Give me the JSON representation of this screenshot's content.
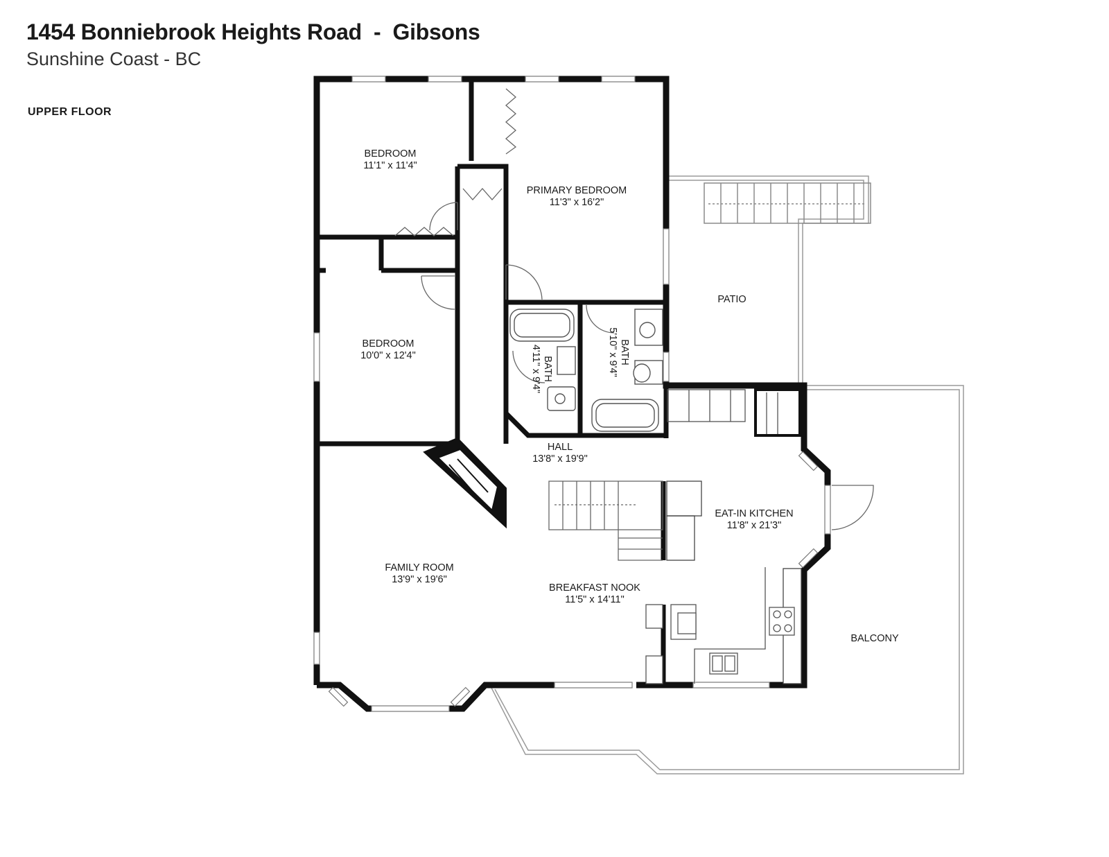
{
  "header": {
    "title": "1454 Bonniebrook Heights Road  -  Gibsons",
    "subtitle": "Sunshine Coast - BC",
    "floor_label": "UPPER FLOOR"
  },
  "rooms": {
    "bedroom1": {
      "name": "BEDROOM",
      "dims": "11'1\" x 11'4\""
    },
    "primary_bedroom": {
      "name": "PRIMARY BEDROOM",
      "dims": "11'3\" x 16'2\""
    },
    "bedroom2": {
      "name": "BEDROOM",
      "dims": "10'0\" x 12'4\""
    },
    "bath1": {
      "name": "BATH",
      "dims": "4'11\" x 9'4\""
    },
    "bath2": {
      "name": "BATH",
      "dims": "5'10\" x 9'4\""
    },
    "patio": {
      "name": "PATIO"
    },
    "hall": {
      "name": "HALL",
      "dims": "13'8\" x 19'9\""
    },
    "eat_in_kitchen": {
      "name": "EAT-IN KITCHEN",
      "dims": "11'8\" x 21'3\""
    },
    "family_room": {
      "name": "FAMILY ROOM",
      "dims": "13'9\" x 19'6\""
    },
    "breakfast_nook": {
      "name": "BREAKFAST NOOK",
      "dims": "11'5\" x 14'11\""
    },
    "balcony": {
      "name": "BALCONY"
    }
  }
}
